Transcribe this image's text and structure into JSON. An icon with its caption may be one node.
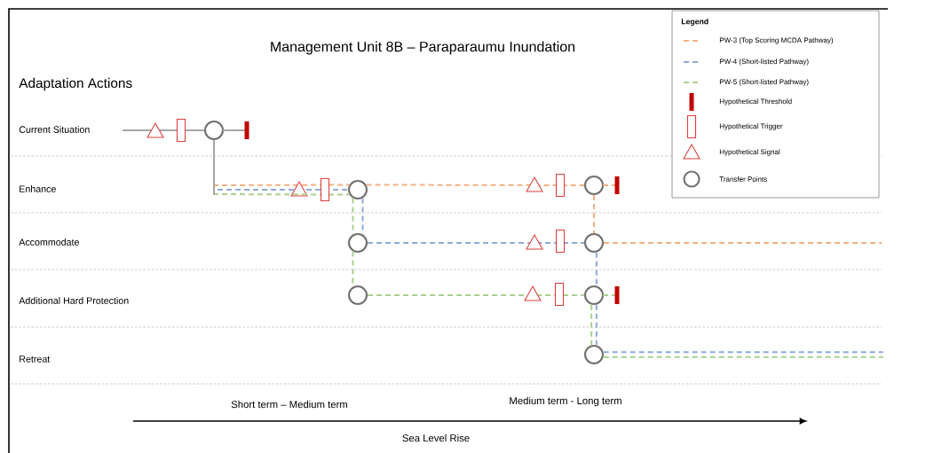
{
  "diagram": {
    "title": "Management Unit 8B – Paraparaumu Inundation",
    "nodes": [
      {
        "text": [],
        "shape": "circle"
      },
      {
        "text": [],
        "shape": "circle"
      },
      {
        "text": [],
        "shape": "circle"
      },
      {
        "text": [],
        "shape": "circle"
      },
      {
        "text": [],
        "shape": "circle"
      },
      {
        "text": [],
        "shape": "circle"
      },
      {
        "text": [],
        "shape": "circle"
      },
      {
        "text": [],
        "shape": "circle"
      }
    ],
    "edges": [
      {
        "from": null,
        "to": 0,
        "arrow": "none",
        "color": "#a6a6a6"
      },
      {
        "from": 0,
        "to": 1,
        "arrow": "none",
        "style": "dashed",
        "color": "#f4b183"
      },
      {
        "from": 0,
        "to": 1,
        "arrow": "to",
        "style": "dashed",
        "color": "#8faadc"
      },
      {
        "from": 0,
        "to": 1,
        "arrow": "none",
        "style": "dashed",
        "color": "#a9d18e"
      },
      {
        "from": 1,
        "to": 2,
        "arrow": "to",
        "style": "dashed",
        "color": "#f4b183"
      },
      {
        "from": 1,
        "to": 3,
        "arrow": "none",
        "style": "dashed",
        "color": "#8faadc"
      },
      {
        "from": 1,
        "to": 3,
        "arrow": "none",
        "style": "dashed",
        "color": "#a9d18e"
      },
      {
        "from": 3,
        "to": 5,
        "arrow": "none",
        "style": "dashed",
        "color": "#a9d18e"
      },
      {
        "from": 3,
        "to": 4,
        "arrow": "to",
        "style": "dashed",
        "color": "#8faadc"
      },
      {
        "from": 5,
        "to": 6,
        "arrow": "to",
        "style": "dashed",
        "color": "#a9d18e"
      },
      {
        "from": 2,
        "to": 4,
        "arrow": "none",
        "style": "dashed",
        "color": "#f4b183"
      },
      {
        "from": 4,
        "to": null,
        "arrow": "none",
        "style": "dashed",
        "color": "#f4b183"
      },
      {
        "from": 4,
        "to": 6,
        "arrow": "none",
        "style": "dashed",
        "color": "#8faadc"
      },
      {
        "from": 6,
        "to": 7,
        "arrow": "none",
        "style": "dashed",
        "color": "#8faadc"
      },
      {
        "from": 6,
        "to": 7,
        "arrow": "none",
        "style": "dashed",
        "color": "#a9d18e"
      },
      {
        "from": 7,
        "to": null,
        "arrow": "none",
        "style": "dashed",
        "color": "#8faadc"
      },
      {
        "from": 7,
        "to": null,
        "arrow": "none",
        "style": "dashed",
        "color": "#a9d18e"
      }
    ],
    "labels": [
      "Legend",
      "Adaptation Actions",
      "Current Situation",
      "Enhance",
      "Accommodate",
      "Additional Hard Protection",
      "Retreat",
      "Short term – Medium term",
      "Medium term - Long term",
      "Sea Level Rise"
    ],
    "legend": [
      {
        "text": "PW-3 (Top Scoring MCDA Pathway)"
      },
      {
        "text": "PW-4 (Short-listed Pathway)"
      },
      {
        "text": "PW-5 (Short-listed Pathway)"
      },
      {
        "text": "Hypothetical Threshold"
      },
      {
        "text": "Hypothetical Trigger"
      },
      {
        "text": "Hypothetical Signal"
      },
      {
        "text": "Transfer Points"
      }
    ]
  }
}
